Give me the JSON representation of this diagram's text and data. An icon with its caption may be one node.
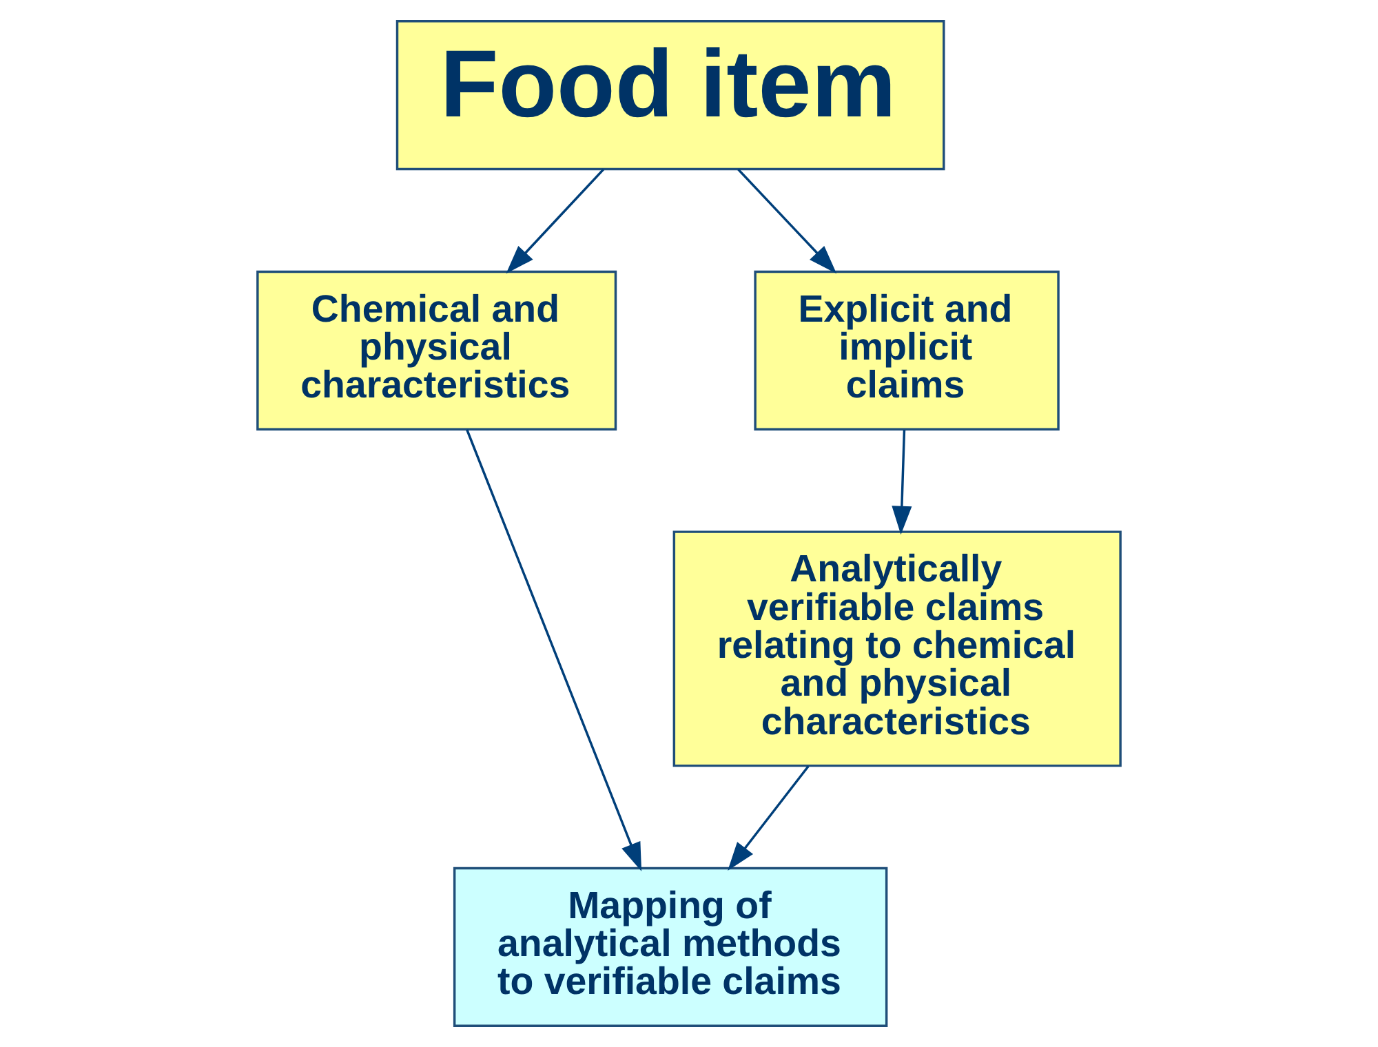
{
  "diagram": {
    "nodes": [
      {
        "text": [
          "Food item"
        ]
      },
      {
        "text": [
          "Chemical and physical characteristics"
        ]
      },
      {
        "text": [
          "Explicit and implicit claims"
        ]
      },
      {
        "text": [
          "Mapping of analytical methods to verifiable claims"
        ]
      },
      {
        "text": [
          "Analytically verifiable claims relating to chemical and physical characteristics"
        ]
      }
    ],
    "edges": [
      {
        "from": 0,
        "to": 1,
        "arrow": "to"
      },
      {
        "from": 0,
        "to": 2,
        "arrow": "to"
      },
      {
        "from": 1,
        "to": 3,
        "arrow": "to"
      },
      {
        "from": 2,
        "to": 4,
        "arrow": "to"
      },
      {
        "from": 4,
        "to": 3,
        "arrow": "to"
      }
    ]
  }
}
